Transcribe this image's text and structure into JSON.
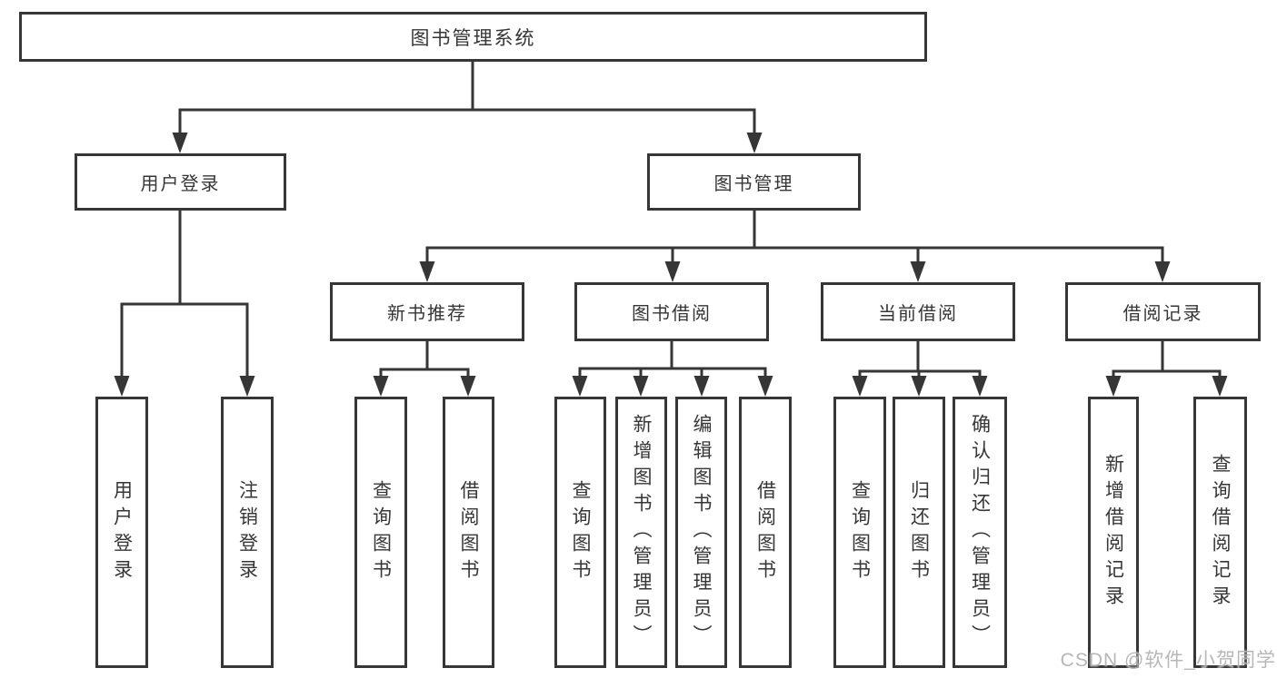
{
  "diagram_type": "hierarchy-tree",
  "colors": {
    "line": "#363636",
    "box_border": "#363636",
    "box_fill": "#ffffff",
    "text": "#363636",
    "watermark": "#aaaaaa",
    "background": "#ffffff"
  },
  "watermark": {
    "text": "CSDN @软件_小贺同学"
  },
  "tree": {
    "label": "图书管理系统",
    "children": [
      {
        "label": "用户登录",
        "children": [
          {
            "label": "用户登录"
          },
          {
            "label": "注销登录"
          }
        ]
      },
      {
        "label": "图书管理",
        "children": [
          {
            "label": "新书推荐",
            "children": [
              {
                "label": "查询图书"
              },
              {
                "label": "借阅图书"
              }
            ]
          },
          {
            "label": "图书借阅",
            "children": [
              {
                "label": "查询图书"
              },
              {
                "label": "新增图书（管理员）"
              },
              {
                "label": "编辑图书（管理员）"
              },
              {
                "label": "借阅图书"
              }
            ]
          },
          {
            "label": "当前借阅",
            "children": [
              {
                "label": "查询图书"
              },
              {
                "label": "归还图书"
              },
              {
                "label": "确认归还（管理员）"
              }
            ]
          },
          {
            "label": "借阅记录",
            "children": [
              {
                "label": "新增借阅记录"
              },
              {
                "label": "查询借阅记录"
              }
            ]
          }
        ]
      }
    ]
  }
}
